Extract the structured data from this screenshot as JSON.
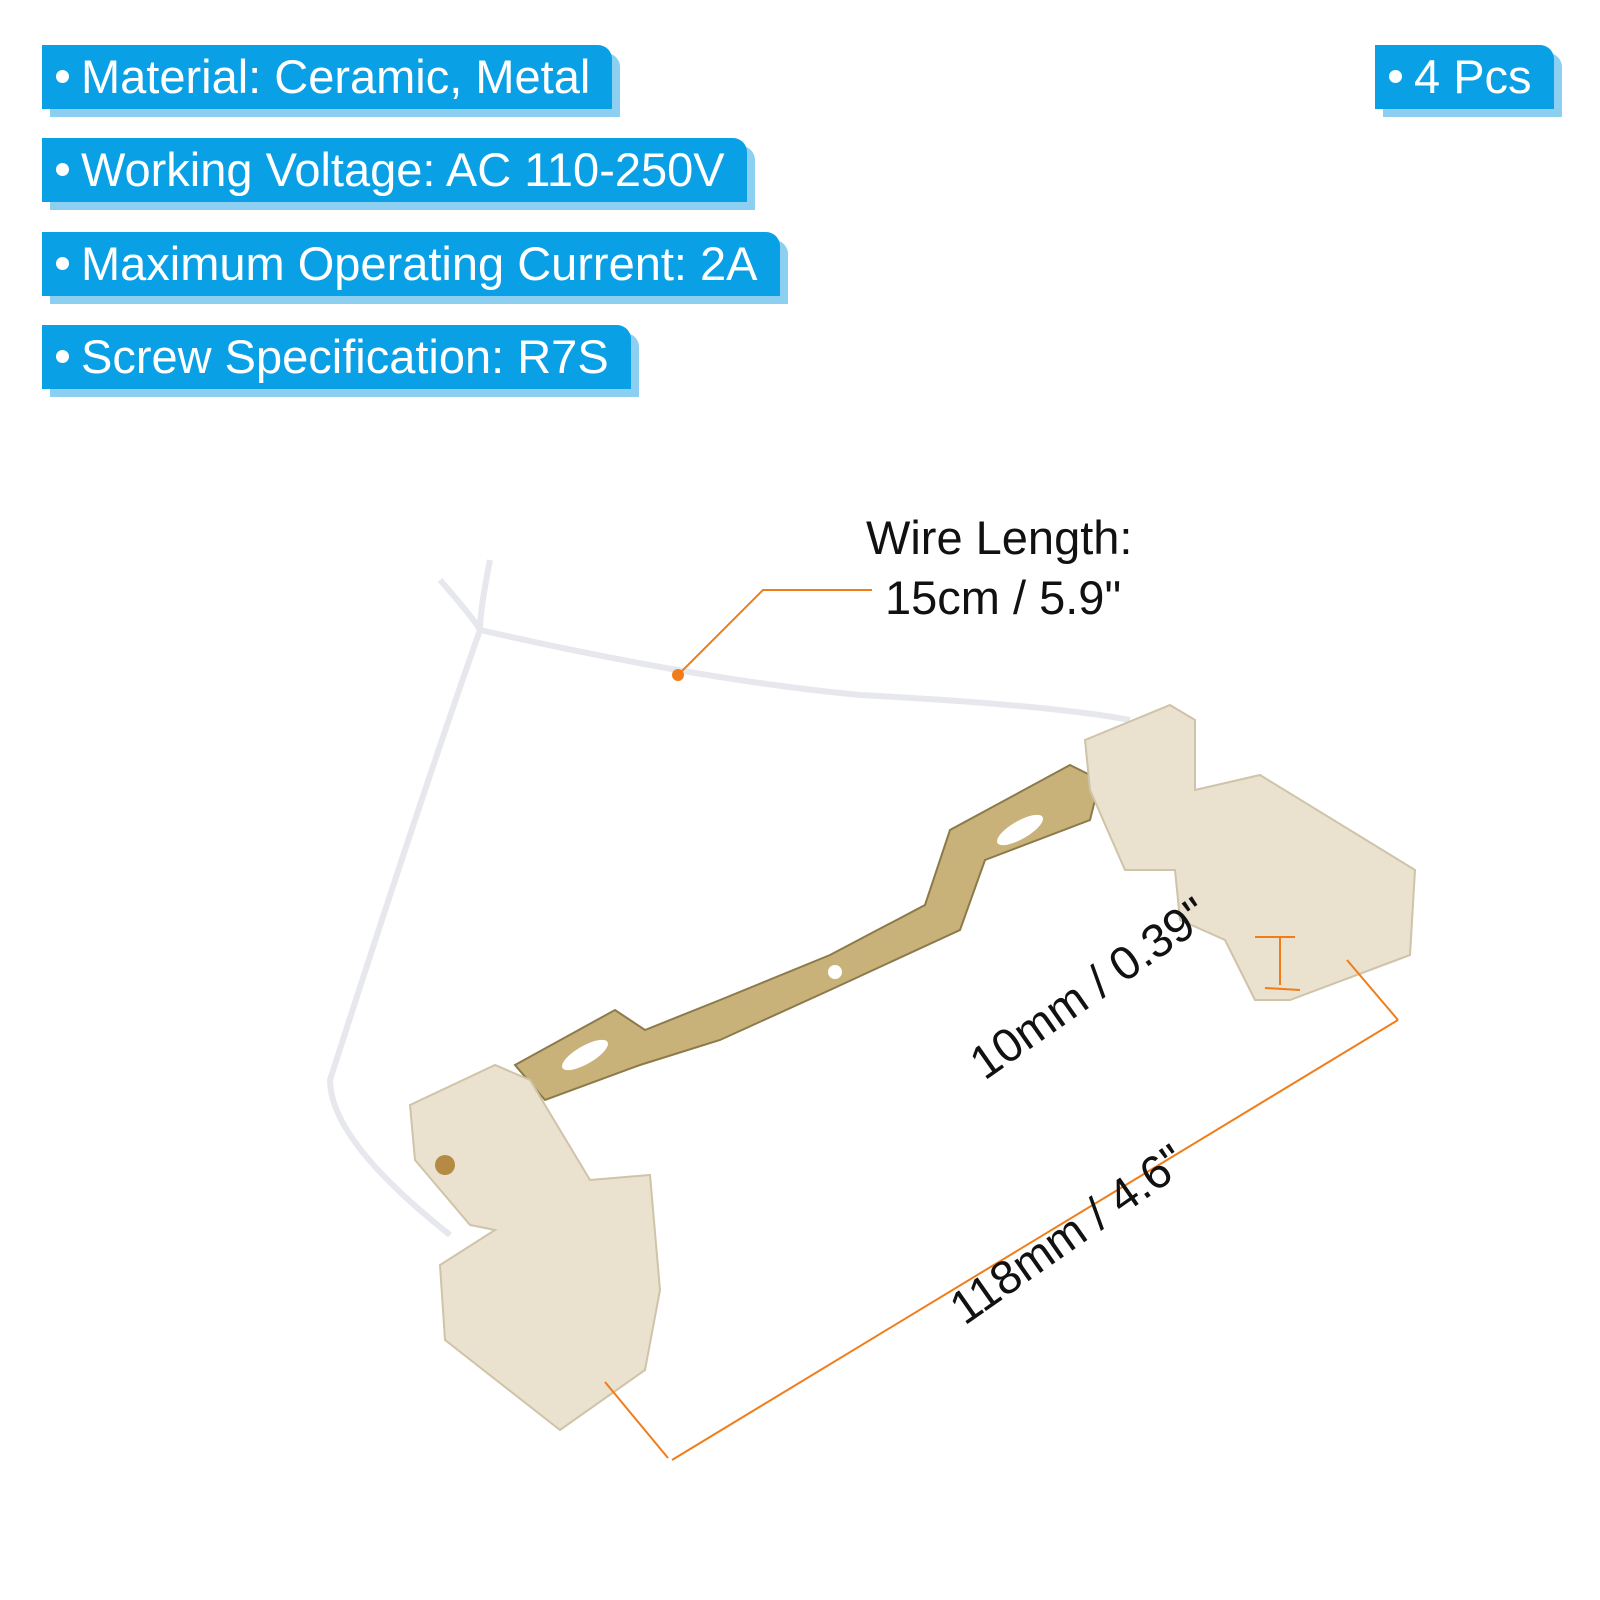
{
  "specs": [
    "Material: Ceramic, Metal",
    "Working Voltage: AC 110-250V",
    "Maximum Operating Current: 2A",
    "Screw Specification: R7S"
  ],
  "quantity": "4 Pcs",
  "annotations": {
    "wire_length_title": "Wire Length:",
    "wire_length_value": "15cm / 5.9\"",
    "height": "10mm / 0.39\"",
    "length": "118mm / 4.6\""
  },
  "colors": {
    "badge": "#0aa0e5",
    "badge_shadow": "#8ccff1",
    "dimension_line": "#f07d1a"
  }
}
